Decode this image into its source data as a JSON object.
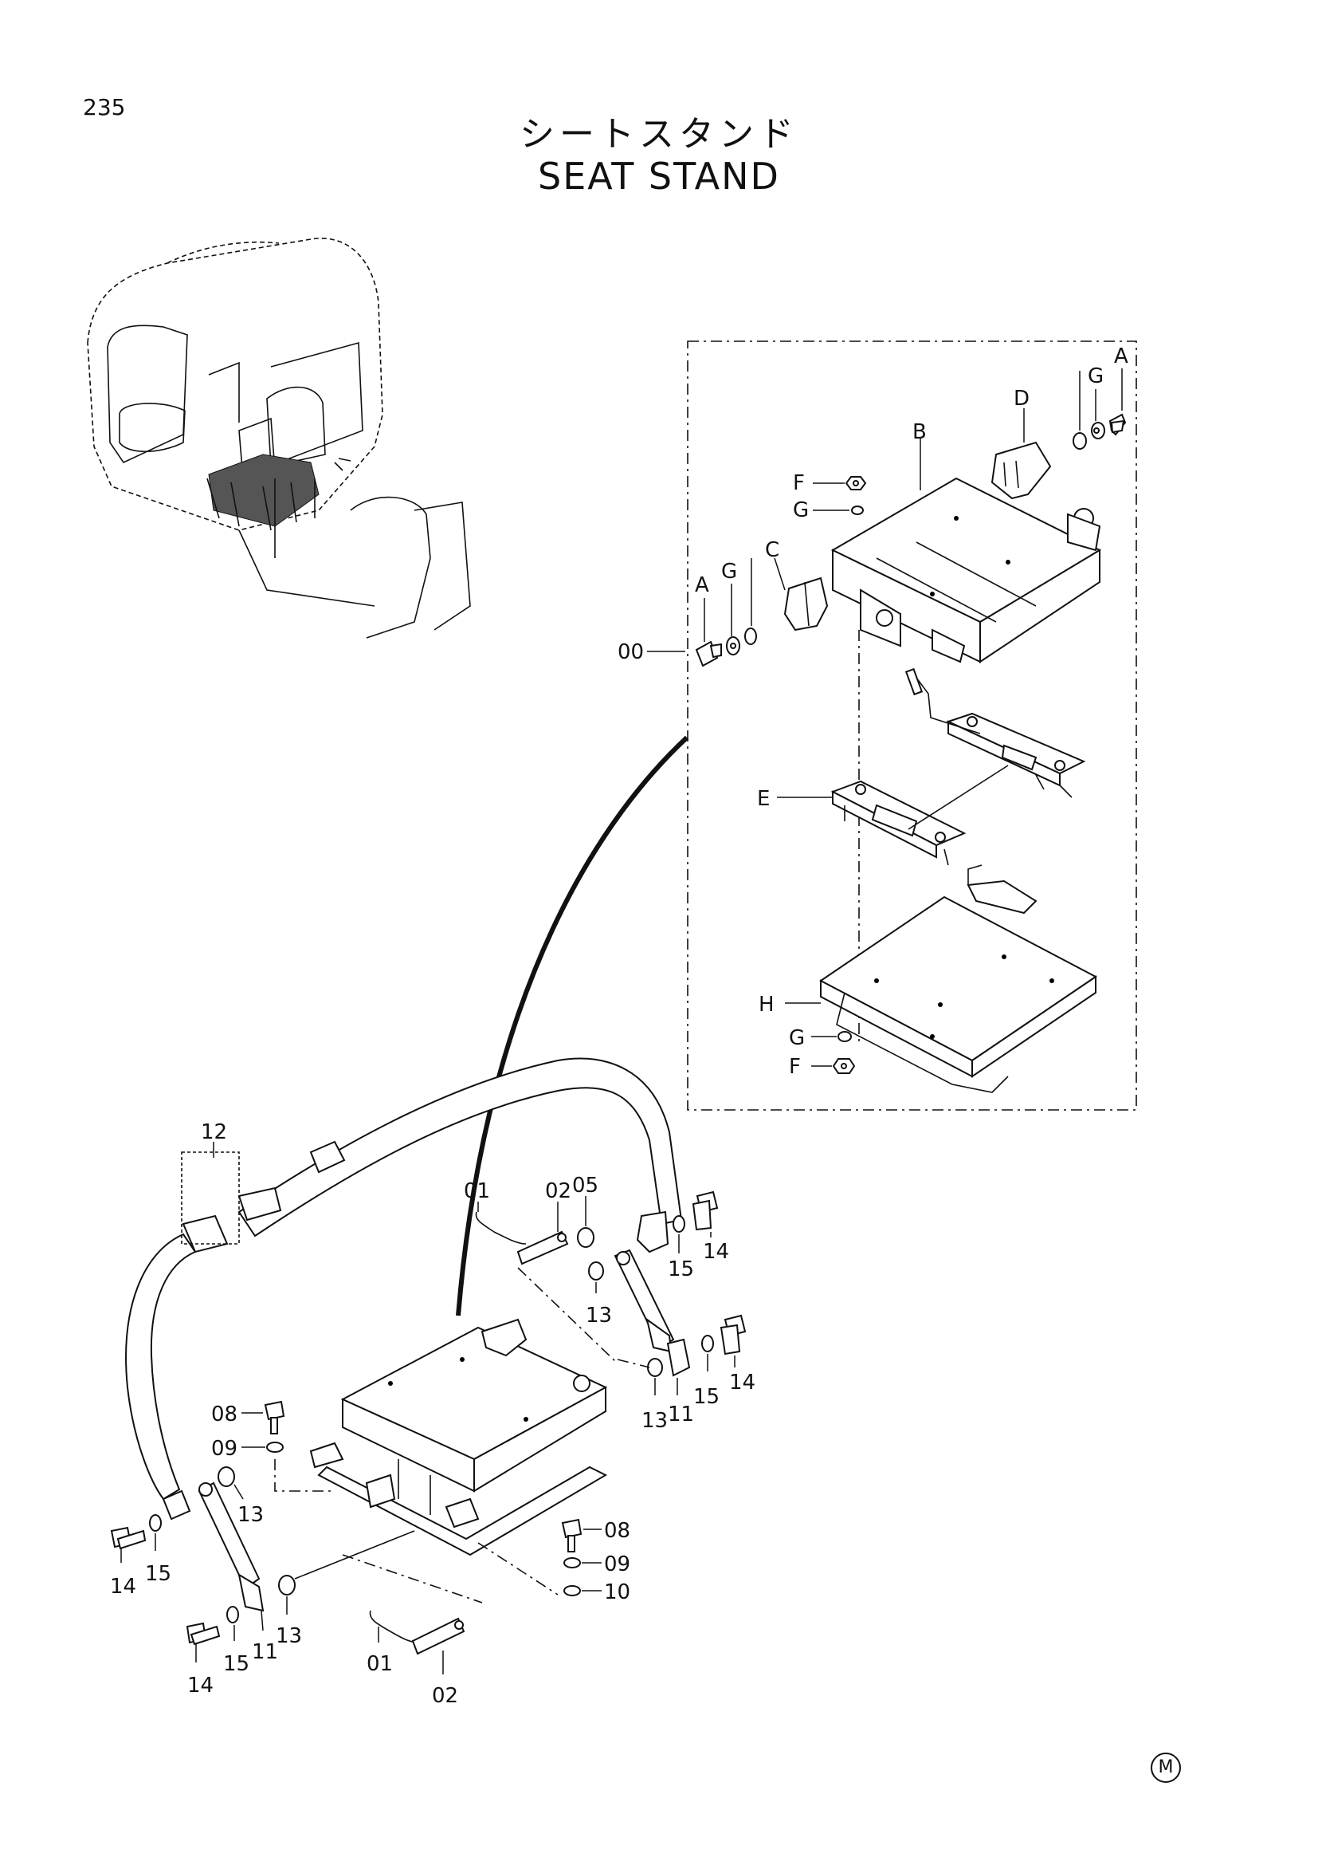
{
  "header": {
    "page_number": "235",
    "title_jp": "シートスタンド",
    "title_en": "SEAT STAND"
  },
  "callouts": {
    "assembly": "00",
    "A": "A",
    "B": "B",
    "C": "C",
    "D": "D",
    "E": "E",
    "F": "F",
    "G": "G",
    "H": "H",
    "p01": "01",
    "p02": "02",
    "p05": "05",
    "p08": "08",
    "p09": "09",
    "p10": "10",
    "p11": "11",
    "p12": "12",
    "p13": "13",
    "p14": "14",
    "p15": "15"
  },
  "footer": {
    "mark": "M"
  }
}
